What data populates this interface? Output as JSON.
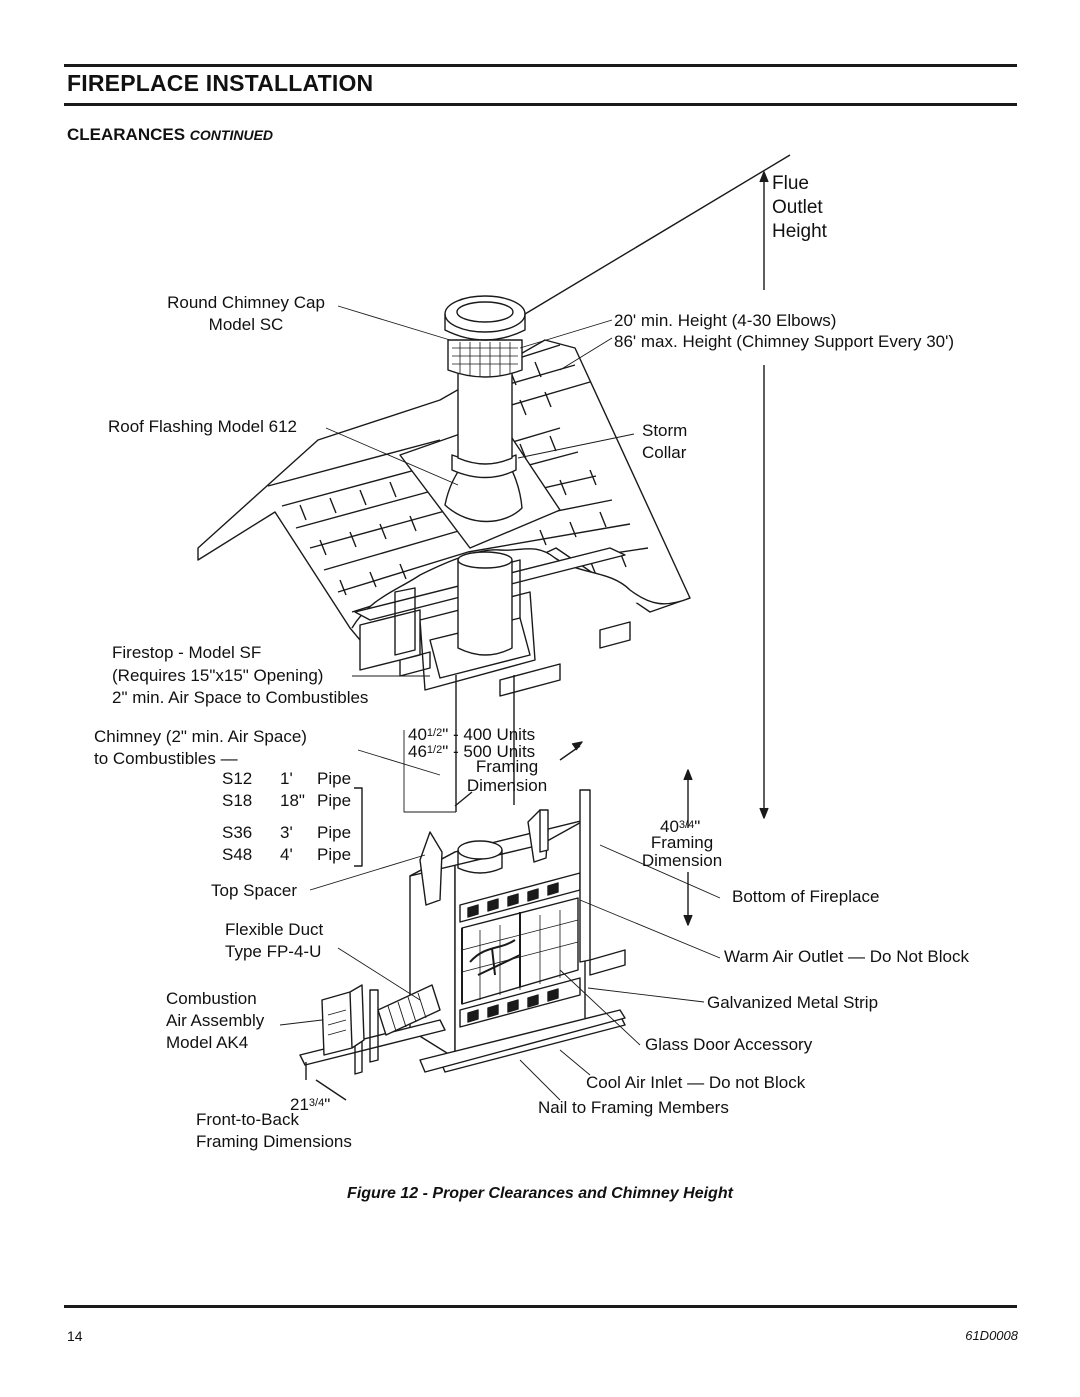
{
  "header": {
    "title": "FIREPLACE INSTALLATION",
    "section": "CLEARANCES",
    "section_suffix": "CONTINUED"
  },
  "diagram": {
    "flue_outlet_height": "Flue\nOutlet\nHeight",
    "min_height": "20' min. Height (4-30 Elbows)",
    "max_height": "86' max. Height (Chimney Support Every 30')",
    "chimney_cap": "Round Chimney Cap\nModel SC",
    "roof_flashing": "Roof Flashing Model 612",
    "storm_collar": "Storm\nCollar",
    "firestop_1": "Firestop - Model SF",
    "firestop_2": "(Requires 15\"x15\" Opening)",
    "firestop_3": "2\" min. Air Space to Combustibles",
    "chimney_space_1": "Chimney (2\" min. Air Space)",
    "chimney_space_2": "to Combustibles —",
    "pipes": [
      {
        "model": "S12",
        "length": "1'",
        "unit": "Pipe"
      },
      {
        "model": "S18",
        "length": "18\"",
        "unit": "Pipe"
      },
      {
        "model": "S36",
        "length": "3'",
        "unit": "Pipe"
      },
      {
        "model": "S48",
        "length": "4'",
        "unit": "Pipe"
      }
    ],
    "width_400_whole": "40",
    "width_400_frac": "1/2",
    "width_400_rest": "\" - 400 Units",
    "width_500_whole": "46",
    "width_500_frac": "1/2",
    "width_500_rest": "\" - 500 Units",
    "framing_dimension": "Framing\nDimension",
    "height_whole": "40",
    "height_frac": "3/4",
    "height_rest": "\"",
    "height_framing": "Framing\nDimension",
    "bottom_of_fireplace": "Bottom of Fireplace",
    "top_spacer": "Top Spacer",
    "flexible_duct": "Flexible Duct\nType FP-4-U",
    "combustion_air": "Combustion\nAir Assembly\nModel AK4",
    "warm_air_outlet": "Warm Air Outlet — Do Not Block",
    "galvanized_strip": "Galvanized Metal Strip",
    "glass_door": "Glass Door Accessory",
    "cool_air_inlet": "Cool Air Inlet — Do not Block",
    "nail_framing": "Nail to Framing Members",
    "depth_whole": "21",
    "depth_frac": "3/4",
    "depth_rest": "\"",
    "front_to_back": "Front-to-Back\nFraming Dimensions"
  },
  "caption": "Figure 12 - Proper Clearances and Chimney Height",
  "footer": {
    "page_number": "14",
    "doc_number": "61D0008"
  }
}
